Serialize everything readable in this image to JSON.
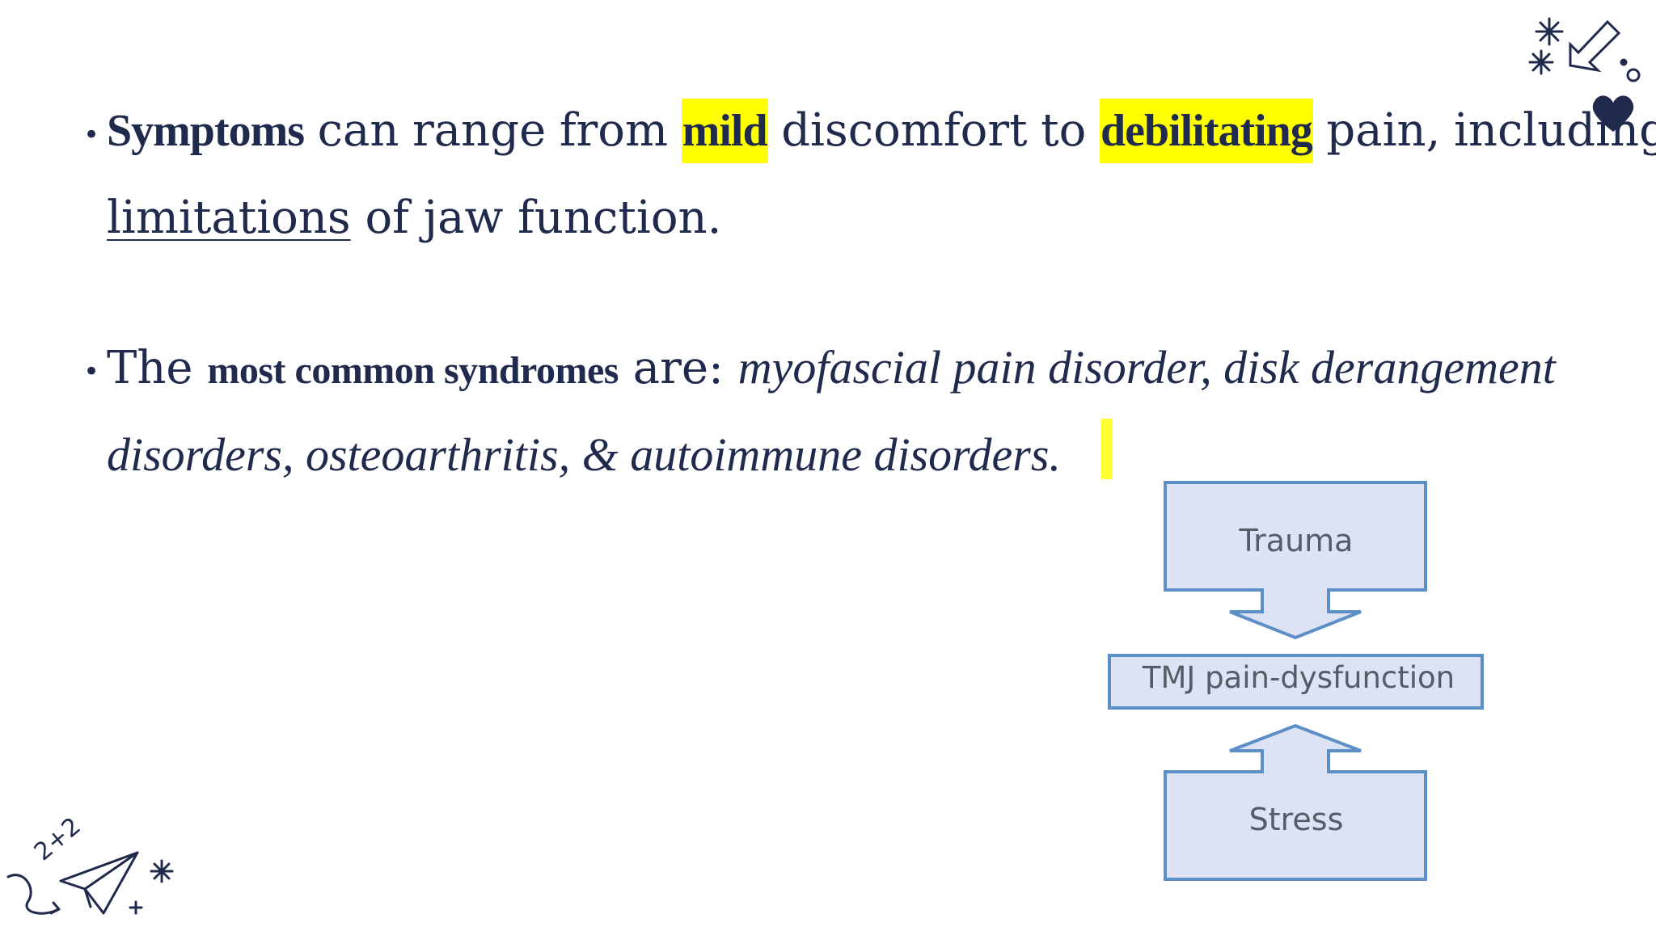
{
  "bullets": [
    {
      "line1": {
        "strong": "Symptoms",
        "w1": "can",
        "w2": "range",
        "w3": "from",
        "mild": "mild",
        "w4": "discomfort",
        "w5": "to",
        "debilitating": "debilitating",
        "w6": "pain,",
        "w7": "including"
      },
      "line2": {
        "underlined": "limitations",
        "rest": " of jaw function."
      }
    },
    {
      "line1": {
        "intro": "The ",
        "caps": "most common syndromes",
        "are": " are: ",
        "italic": "myofascial pain disorder, disk derangement"
      },
      "line2": {
        "italic": "disorders, osteoarthritis, & autoimmune disorders."
      }
    }
  ],
  "diagram": {
    "top_box": "Trauma",
    "middle_box": "TMJ pain-dysfunction",
    "bottom_box": "Stress"
  },
  "doodles": {
    "math_text": "2+2",
    "top_right_icons": [
      "sparkle-icon",
      "arrow-icon",
      "dot-icon",
      "heart-icon"
    ],
    "bottom_left_icons": [
      "paper-plane-icon",
      "sparkle-icon"
    ]
  },
  "colors": {
    "text": "#1f2a4d",
    "highlight": "#ffff00",
    "diagram_fill": "#dde3f5",
    "diagram_stroke": "#5b8fc5"
  }
}
